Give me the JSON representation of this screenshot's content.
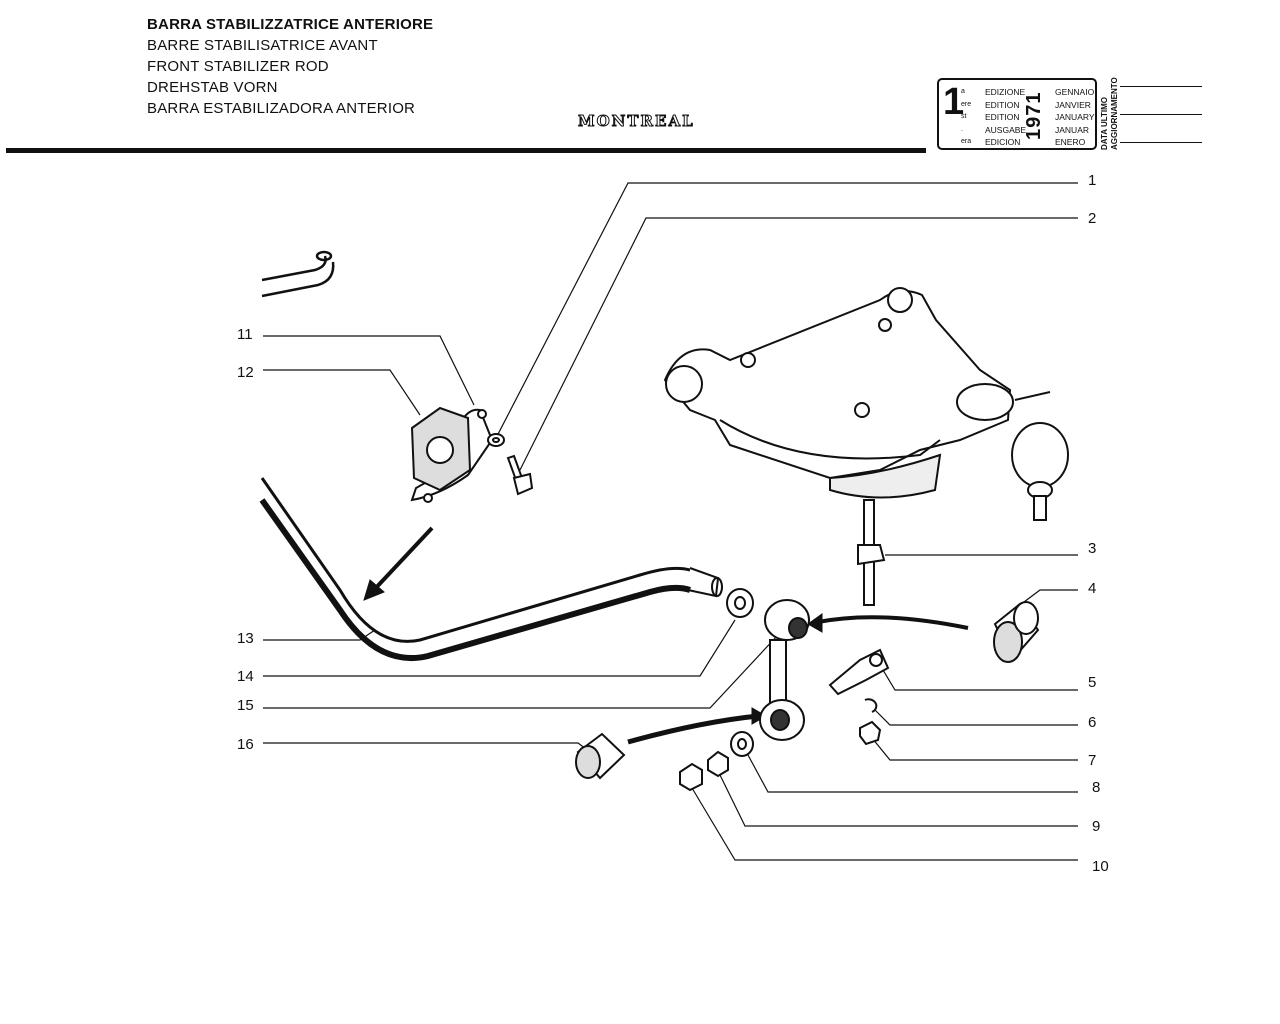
{
  "header": {
    "titles": [
      "BARRA STABILIZZATRICE ANTERIORE",
      "BARRE STABILISATRICE AVANT",
      "FRONT STABILIZER ROD",
      "DREHSTAB VORN",
      "BARRA ESTABILIZADORA ANTERIOR"
    ],
    "model": "MONTREAL"
  },
  "edition_box": {
    "number": "1",
    "suffixes": [
      "a",
      "ere",
      "st",
      ".",
      "era"
    ],
    "languages": [
      "EDIZIONE",
      "EDITION",
      "EDITION",
      "AUSGABE",
      "EDICION"
    ],
    "year": "1971",
    "months": [
      "GENNAIO",
      "JANVIER",
      "JANUARY",
      "JANUAR",
      "ENERO"
    ],
    "update_label_1": "DATA ULTIMO",
    "update_label_2": "AGGIORNAMENTO"
  },
  "callouts": [
    "1",
    "2",
    "3",
    "4",
    "5",
    "6",
    "7",
    "8",
    "9",
    "10",
    "11",
    "12",
    "13",
    "14",
    "15",
    "16"
  ]
}
